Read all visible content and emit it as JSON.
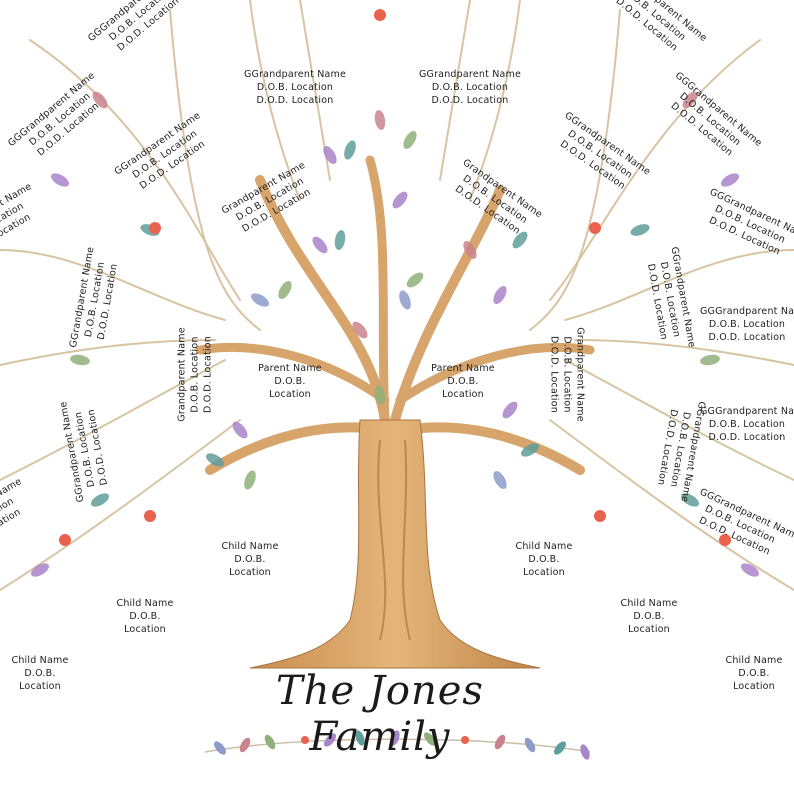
{
  "title": "The Jones Family",
  "labels": {
    "name_child": "Child Name",
    "name_parent": "Parent Name",
    "name_grandparent": "Grandparent Name",
    "name_ggrandparent": "GGrandparent Name",
    "name_gggrandparent": "GGGrandparent Name",
    "dob": "D.O.B.",
    "dod": "D.O.D.",
    "location": "Location",
    "dob_location": "D.O.B. Location",
    "dod_location": "D.O.D. Location"
  },
  "colors": {
    "trunk": "#d9a566",
    "trunk_shade": "#b57e45",
    "branch": "#e6cfa8",
    "leaf_purple": "#a884c8",
    "leaf_teal": "#5f9e9a",
    "leaf_green": "#8fb07a",
    "leaf_rose": "#c9838d",
    "leaf_blue": "#8d9bc9",
    "flower": "#e8624e"
  }
}
